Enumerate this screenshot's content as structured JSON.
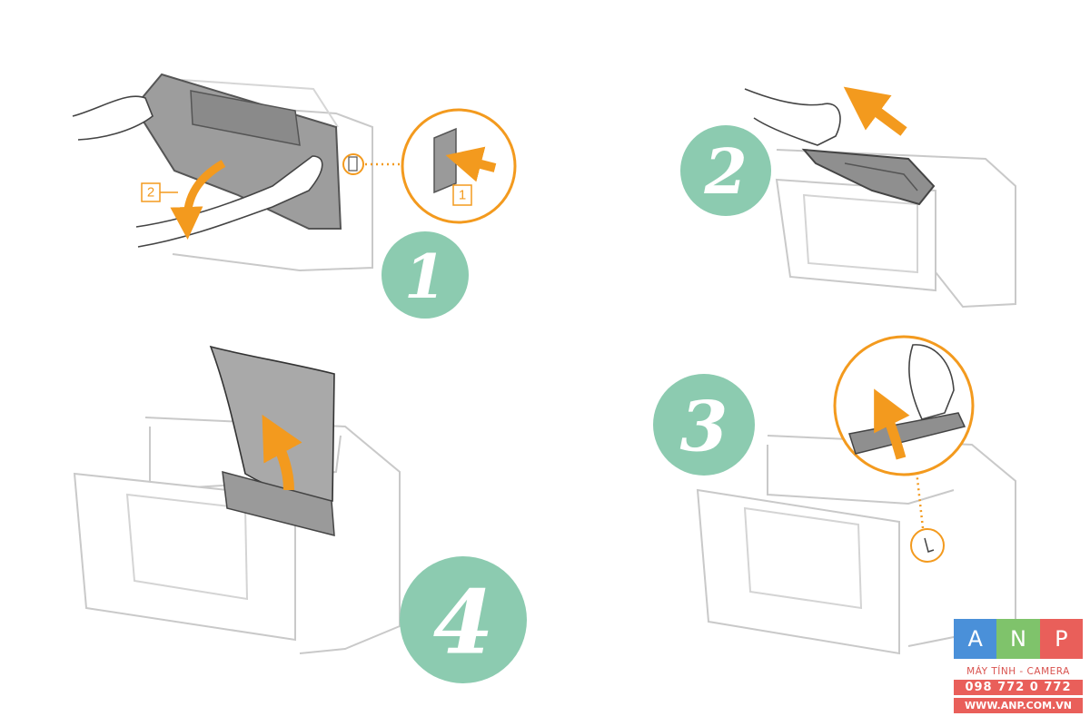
{
  "steps": [
    {
      "number": "1",
      "sub_labels": [
        "2",
        "1"
      ]
    },
    {
      "number": "2"
    },
    {
      "number": "3"
    },
    {
      "number": "4"
    }
  ],
  "colors": {
    "step_badge": "#8ccbb0",
    "arrow": "#f39a1e",
    "line": "#c9c9c9",
    "paper": "#a9a9a9",
    "cartridge": "#8f8f8f"
  },
  "logo": {
    "letters": [
      "A",
      "N",
      "P"
    ],
    "letter_colors": [
      "#4a90d9",
      "#7fc36b",
      "#e95f5a"
    ],
    "tagline": "MÁY TÍNH - CAMERA",
    "phone": "098 772 0 772",
    "website": "WWW.ANP.COM.VN"
  }
}
